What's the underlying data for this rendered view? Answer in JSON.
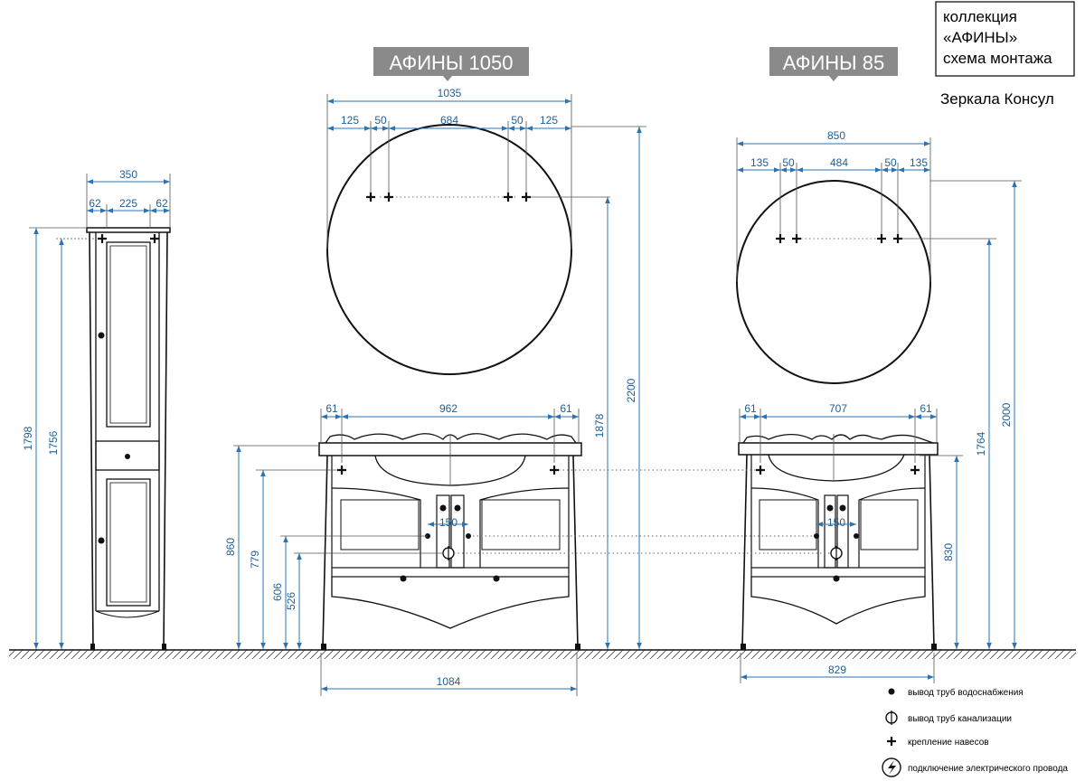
{
  "collection": {
    "line1": "коллекция",
    "line2": "«АФИНЫ»",
    "line3": "схема монтажа"
  },
  "mirror_series": "Зеркала Консул",
  "titles": {
    "left": "АФИНЫ 1050",
    "right": "АФИНЫ 85"
  },
  "dims": {
    "column_width": "350",
    "column_side_left": "62",
    "column_middle": "225",
    "column_side_right": "62",
    "column_total_height": "1798",
    "column_hinge_height": "1756",
    "left_mirror_width": "1035",
    "left_mirror_edge_left": "125",
    "left_mirror_gap_left": "50",
    "left_mirror_middle": "684",
    "left_mirror_gap_right": "50",
    "left_mirror_edge_right": "125",
    "left_mirror_top": "2200",
    "left_mirror_hinge": "1878",
    "left_top_edge_left": "61",
    "left_top_middle": "962",
    "left_top_edge_right": "61",
    "left_counter_height": "860",
    "left_hinge_height": "779",
    "left_water_height": "606",
    "left_drain_height": "526",
    "left_water_spacing": "150",
    "left_cabinet_width": "1084",
    "right_mirror_width": "850",
    "right_mirror_edge_left": "135",
    "right_mirror_gap_left": "50",
    "right_mirror_middle": "484",
    "right_mirror_gap_right": "50",
    "right_mirror_edge_right": "135",
    "right_mirror_top": "2000",
    "right_mirror_hinge": "1764",
    "right_top_edge_left": "61",
    "right_top_middle": "707",
    "right_top_edge_right": "61",
    "right_counter_height": "830",
    "right_water_spacing": "150",
    "right_cabinet_width": "829"
  },
  "legend": {
    "water": "вывод труб водоснабжения",
    "drain": "вывод труб канализации",
    "hinge": "крепление навесов",
    "electric": "подключение электрического провода"
  }
}
